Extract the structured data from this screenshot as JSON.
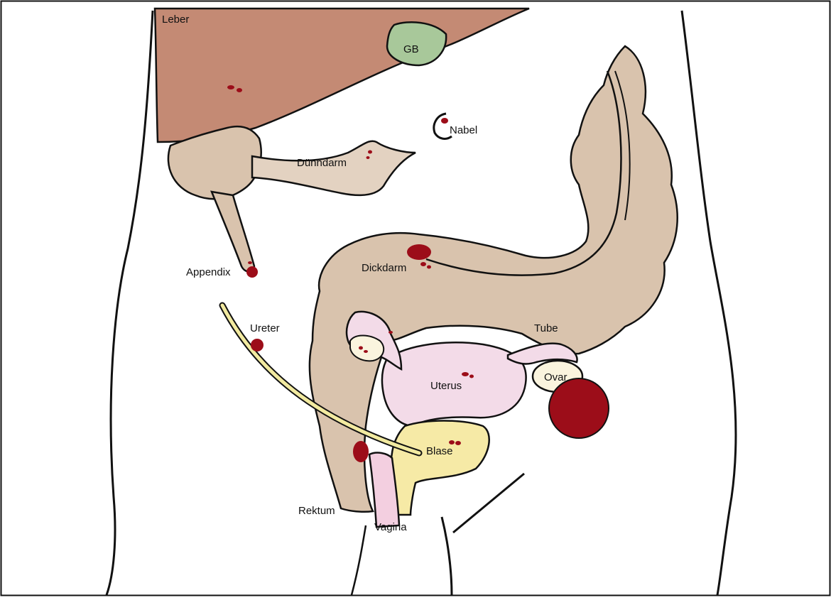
{
  "labels": {
    "leber": "Leber",
    "gb": "GB",
    "nabel": "Nabel",
    "duenndarm": "Dünndarm",
    "appendix": "Appendix",
    "dickdarm": "Dickdarm",
    "ureter": "Ureter",
    "tube": "Tube",
    "ovar": "Ovar",
    "uterus": "Uterus",
    "blase": "Blase",
    "rektum": "Rektum",
    "vagina": "Vagina"
  },
  "colors": {
    "liver": "#c48a74",
    "gallbladder": "#a8c89a",
    "bowel": "#d9c3ad",
    "small_bowel": "#e3d2c1",
    "uterus": "#f3dbe8",
    "bladder": "#f6eaa6",
    "ureter": "#f2eaa0",
    "vagina": "#f3cfe0",
    "ovary": "#faf4de",
    "lesion": "#9c0d19",
    "outline": "#111111"
  }
}
